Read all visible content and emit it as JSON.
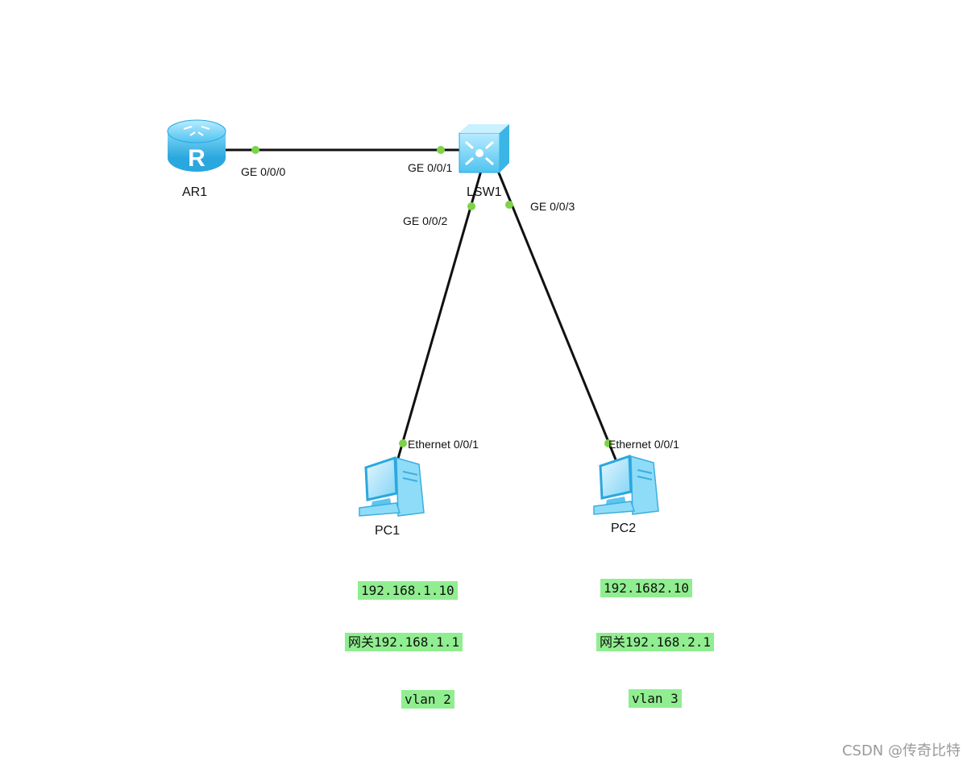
{
  "devices": {
    "router": {
      "label": "AR1"
    },
    "switch": {
      "label": "LSW1"
    },
    "pc1": {
      "label": "PC1"
    },
    "pc2": {
      "label": "PC2"
    }
  },
  "ports": {
    "ar1_ge000": "GE 0/0/0",
    "lsw1_ge001": "GE 0/0/1",
    "lsw1_ge002": "GE 0/0/2",
    "lsw1_ge003": "GE 0/0/3",
    "pc1_eth001": "Ethernet 0/0/1",
    "pc2_eth001": "Ethernet 0/0/1"
  },
  "notes": {
    "pc1_ip": "192.168.1.10",
    "pc1_gateway": "网关192.168.1.1",
    "pc1_vlan": "vlan 2",
    "pc2_ip": "192.1682.10",
    "pc2_gateway": "网关192.168.2.1",
    "pc2_vlan": "vlan 3"
  },
  "watermark": "CSDN @传奇比特",
  "colors": {
    "link": "#111111",
    "port_dot": "#7ed348",
    "note_bg": "#90ee90",
    "device_blue": "#6fd0f5"
  }
}
